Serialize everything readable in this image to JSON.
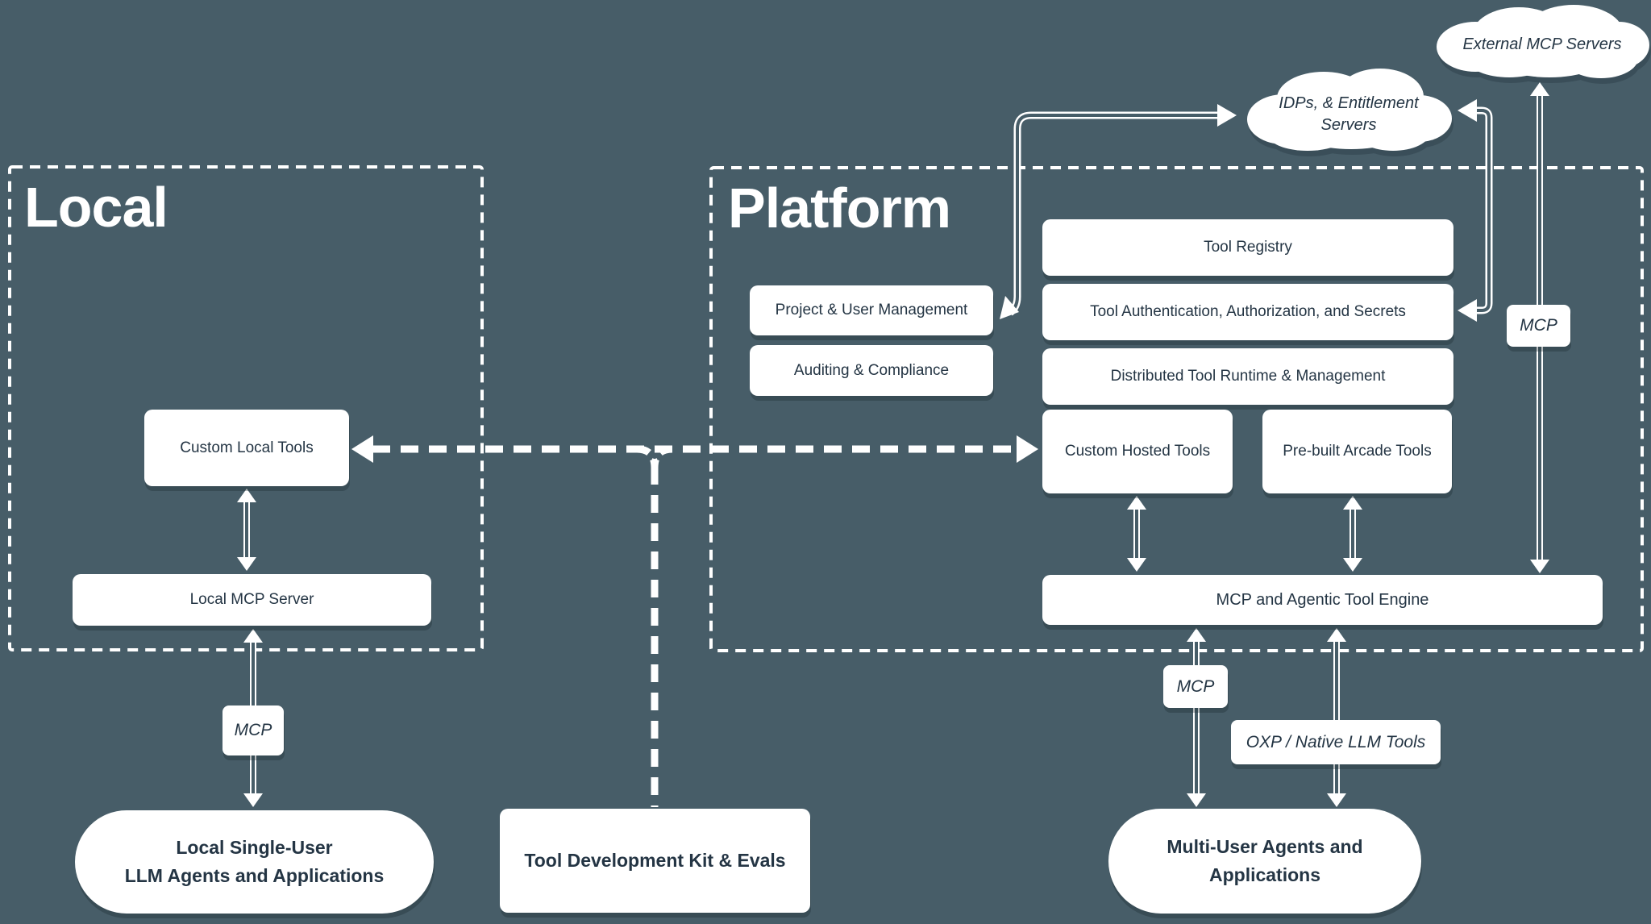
{
  "colors": {
    "background": "#475d68",
    "ink": "#243544",
    "shape_fill": "#ffffff"
  },
  "sections": {
    "local": {
      "title": "Local"
    },
    "platform": {
      "title": "Platform"
    }
  },
  "clouds": {
    "external_mcp": {
      "label": "External MCP Servers"
    },
    "idps": {
      "line1": "IDPs, & Entitlement",
      "line2": "Servers"
    }
  },
  "boxes": {
    "custom_local_tools": {
      "label": "Custom Local Tools"
    },
    "local_mcp_server": {
      "label": "Local MCP Server"
    },
    "project_user_mgmt": {
      "label": "Project & User Management"
    },
    "auditing_compliance": {
      "label": "Auditing & Compliance"
    },
    "tool_registry": {
      "label": "Tool Registry"
    },
    "tool_auth": {
      "label": "Tool Authentication, Authorization, and Secrets"
    },
    "distributed_runtime": {
      "label": "Distributed Tool Runtime & Management"
    },
    "custom_hosted_tools": {
      "label": "Custom Hosted Tools"
    },
    "prebuilt_arcade_tools": {
      "label": "Pre-built Arcade Tools"
    },
    "mcp_engine": {
      "label": "MCP and Agentic Tool Engine"
    },
    "tool_dev_kit": {
      "label": "Tool Development Kit & Evals"
    }
  },
  "pills": {
    "local_agents": {
      "line1": "Local Single-User",
      "line2": "LLM Agents and Applications"
    },
    "multi_user_agents": {
      "line1": "Multi-User Agents and",
      "line2": "Applications"
    }
  },
  "protocol_labels": {
    "mcp_left": "MCP",
    "mcp_bottom": "MCP",
    "mcp_right": "MCP",
    "oxp": "OXP / Native LLM Tools"
  }
}
